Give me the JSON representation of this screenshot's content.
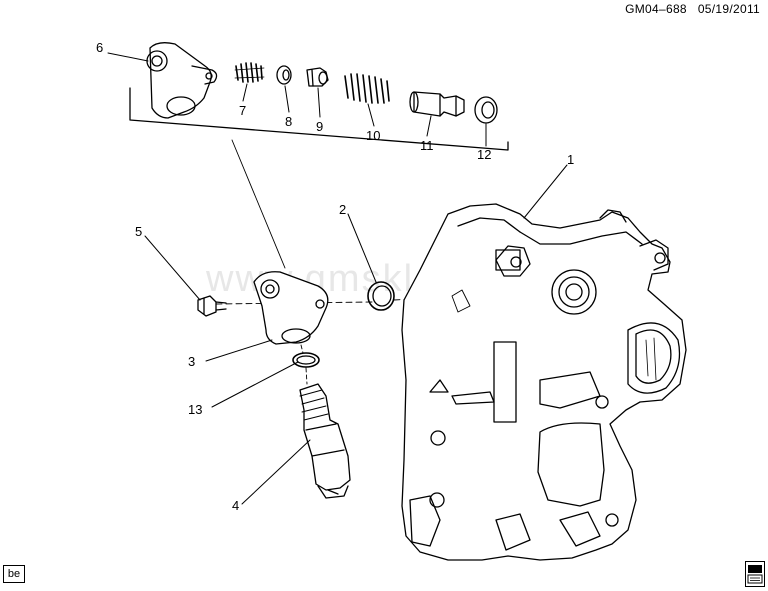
{
  "header": {
    "doc_code": "GM04–688",
    "date": "05/19/2011"
  },
  "watermark": "www.gmsklad.ru",
  "corner_badge": "be",
  "logo": {
    "name": "gm-spo-logo",
    "lettering": "GM SPO"
  },
  "callouts": [
    {
      "id": "1",
      "label": "1"
    },
    {
      "id": "2",
      "label": "2"
    },
    {
      "id": "3",
      "label": "3"
    },
    {
      "id": "4",
      "label": "4"
    },
    {
      "id": "5",
      "label": "5"
    },
    {
      "id": "6",
      "label": "6"
    },
    {
      "id": "7",
      "label": "7"
    },
    {
      "id": "8",
      "label": "8"
    },
    {
      "id": "9",
      "label": "9"
    },
    {
      "id": "10",
      "label": "10"
    },
    {
      "id": "11",
      "label": "11"
    },
    {
      "id": "12",
      "label": "12"
    },
    {
      "id": "13",
      "label": "13"
    }
  ],
  "colors": {
    "line": "#000000",
    "background": "#ffffff"
  }
}
